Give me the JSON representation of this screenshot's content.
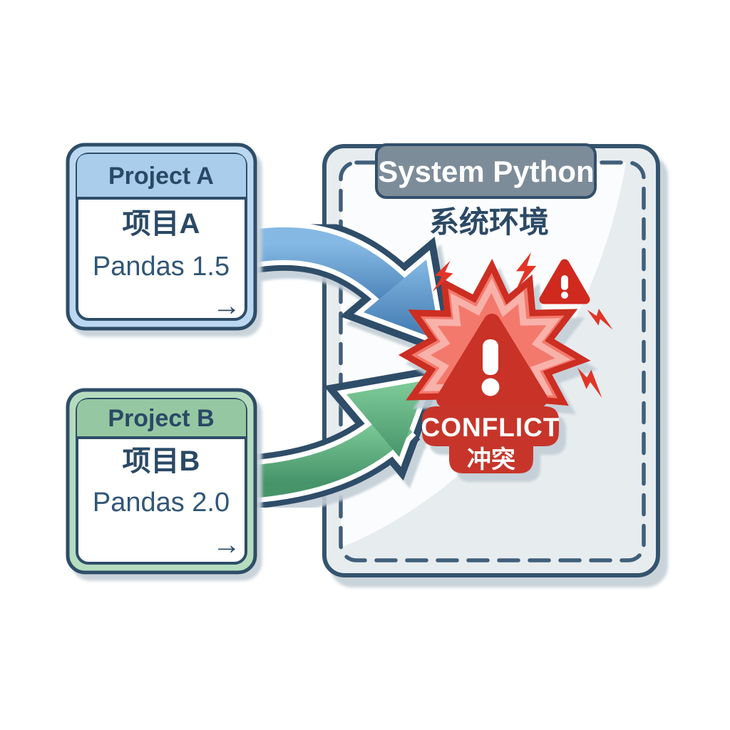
{
  "project_a": {
    "title": "Project A",
    "name_zh": "项目A",
    "dependency": "Pandas 1.5",
    "arrow_glyph": "→"
  },
  "project_b": {
    "title": "Project B",
    "name_zh": "项目B",
    "dependency": "Pandas 2.0",
    "arrow_glyph": "→"
  },
  "system_env": {
    "title": "System Python",
    "name_zh": "系统环境"
  },
  "conflict": {
    "label_en": "CONFLICT",
    "label_zh": "冲突"
  },
  "icons": {
    "warning_triangle": "warning-triangle-icon",
    "warning_badge": "warning-badge-icon",
    "lightning": "lightning-icon",
    "flow_arrow_a": "blue-curved-arrow",
    "flow_arrow_b": "green-curved-arrow"
  },
  "colors": {
    "navy": "#2e4d68",
    "card_a_ring": "#bcd8f0",
    "card_a_header": "#a9cdeb",
    "card_b_ring": "#b5dcbe",
    "card_b_header": "#95c8a2",
    "arrow_blue_light": "#85b9e4",
    "arrow_blue_dark": "#3e77af",
    "arrow_green_light": "#7fcc99",
    "arrow_green_dark": "#47946b",
    "panel_fill": "#e7ecef",
    "panel_border": "#35526d",
    "tab_fill": "#7d8c99",
    "burst_fill": "#f3796c",
    "burst_border": "#cc2d22",
    "burst_inner": "#f8b2aa",
    "triangle_fill": "#c93027",
    "plaque_fill": "#c7342b",
    "bolt": "#e23427",
    "text_light": "#ffffff"
  }
}
